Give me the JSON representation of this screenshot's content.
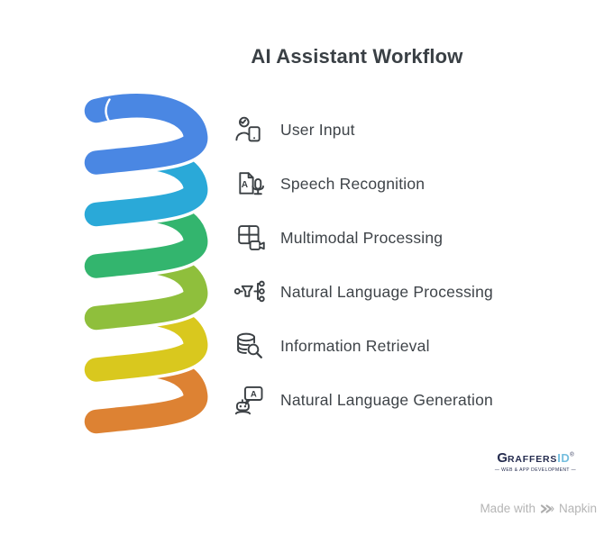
{
  "title": "AI Assistant Workflow",
  "spiral": {
    "colors": [
      "#4a87e3",
      "#2aa9d8",
      "#33b56e",
      "#8fbf3c",
      "#d9c81e",
      "#dd8233"
    ]
  },
  "steps": [
    {
      "label": "User Input",
      "icon": "user-device-icon"
    },
    {
      "label": "Speech Recognition",
      "icon": "document-mic-icon",
      "icon_letter": "A"
    },
    {
      "label": "Multimodal Processing",
      "icon": "grid-camera-icon"
    },
    {
      "label": "Natural Language Processing",
      "icon": "funnel-flow-icon"
    },
    {
      "label": "Information Retrieval",
      "icon": "database-search-icon"
    },
    {
      "label": "Natural Language Generation",
      "icon": "robot-chat-icon",
      "icon_letter": "A"
    }
  ],
  "branding": {
    "logo_g": "G",
    "logo_rest": "RAFFERS",
    "logo_accent": "ID",
    "logo_reg": "®",
    "logo_tagline": "— WEB & APP DEVELOPMENT —",
    "logo_navy": "#252c4f",
    "logo_blue": "#74bede"
  },
  "watermark": {
    "prefix": "Made with",
    "suffix": "Napkin"
  }
}
